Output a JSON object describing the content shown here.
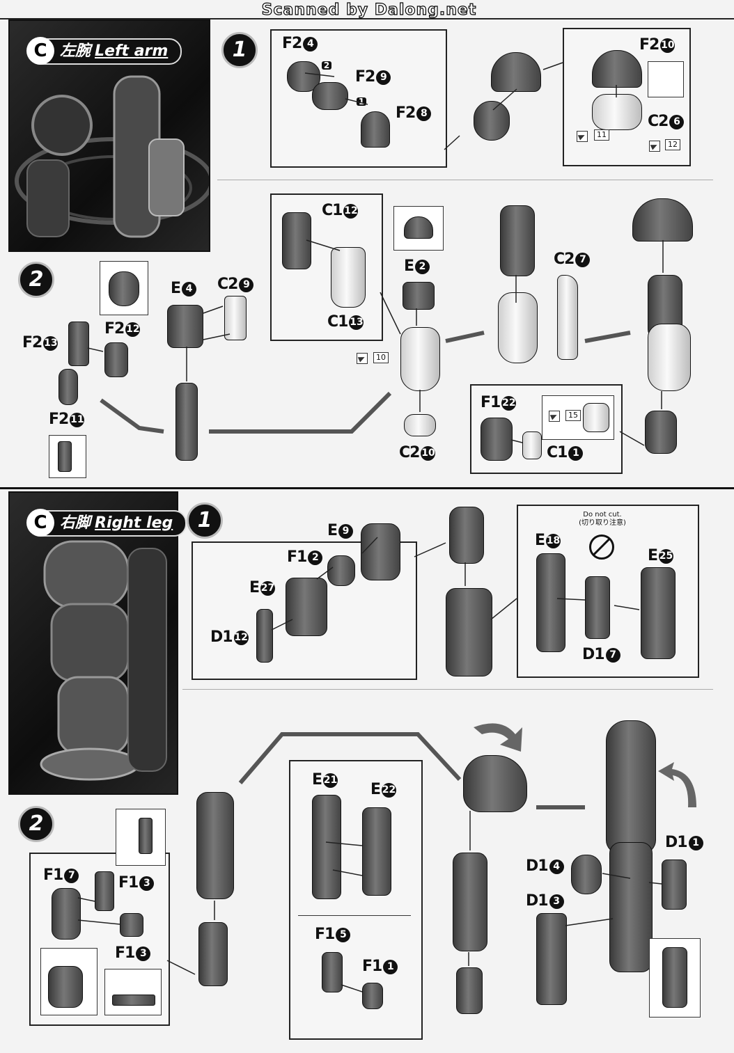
{
  "header": {
    "scanned_by": "Scanned by Dalong.net"
  },
  "sections": {
    "left_arm": {
      "title_jp": "左腕",
      "title_en": "Left arm",
      "step1": {
        "step_label": "1",
        "labels": {
          "f2_4": "F2",
          "f2_9": "F2",
          "f2_8": "F2",
          "f2_10": "F2",
          "c2_6": "C2"
        },
        "nums": {
          "f2_4": "4",
          "f2_9": "9",
          "f2_8": "8",
          "f2_10": "10",
          "c2_6": "6"
        },
        "order": [
          "1",
          "2"
        ],
        "gates": [
          "11",
          "12"
        ]
      },
      "step2": {
        "step_label": "2",
        "labels": {
          "f2_13": "F2",
          "f2_12": "F2",
          "f2_11": "F2",
          "e4": "E",
          "c2_9": "C2",
          "c1_12": "C1",
          "c1_13": "C1",
          "e2": "E",
          "c2_7": "C2",
          "c2_10": "C2",
          "f1_22": "F1",
          "c1_1": "C1"
        },
        "nums": {
          "f2_13": "13",
          "f2_12": "12",
          "f2_11": "11",
          "e4": "4",
          "c2_9": "9",
          "c1_12": "12",
          "c1_13": "13",
          "e2": "2",
          "c2_7": "7",
          "c2_10": "10",
          "f1_22": "22",
          "c1_1": "1"
        },
        "gates": [
          "10",
          "15"
        ]
      }
    },
    "right_leg": {
      "title_jp": "右脚",
      "title_en": "Right leg",
      "step1": {
        "step_label": "1",
        "labels": {
          "e9": "E",
          "f1_2": "F1",
          "e27": "E",
          "d1_12": "D1",
          "e18": "E",
          "e25": "E",
          "d1_7": "D1"
        },
        "nums": {
          "e9": "9",
          "f1_2": "2",
          "e27": "27",
          "d1_12": "12",
          "e18": "18",
          "e25": "25",
          "d1_7": "7"
        },
        "note_en": "Do not cut.",
        "note_jp": "(切り取り注意)"
      },
      "step2": {
        "step_label": "2",
        "labels": {
          "f1_7": "F1",
          "f1_3a": "F1",
          "f1_3b": "F1",
          "e21": "E",
          "e22": "E",
          "f1_5": "F1",
          "f1_1": "F1",
          "d1_1": "D1",
          "d1_4": "D1",
          "d1_3": "D1"
        },
        "nums": {
          "f1_7": "7",
          "f1_3a": "3",
          "f1_3b": "3",
          "e21": "21",
          "e22": "22",
          "f1_5": "5",
          "f1_1": "1",
          "d1_1": "1",
          "d1_4": "4",
          "d1_3": "3"
        }
      }
    }
  }
}
